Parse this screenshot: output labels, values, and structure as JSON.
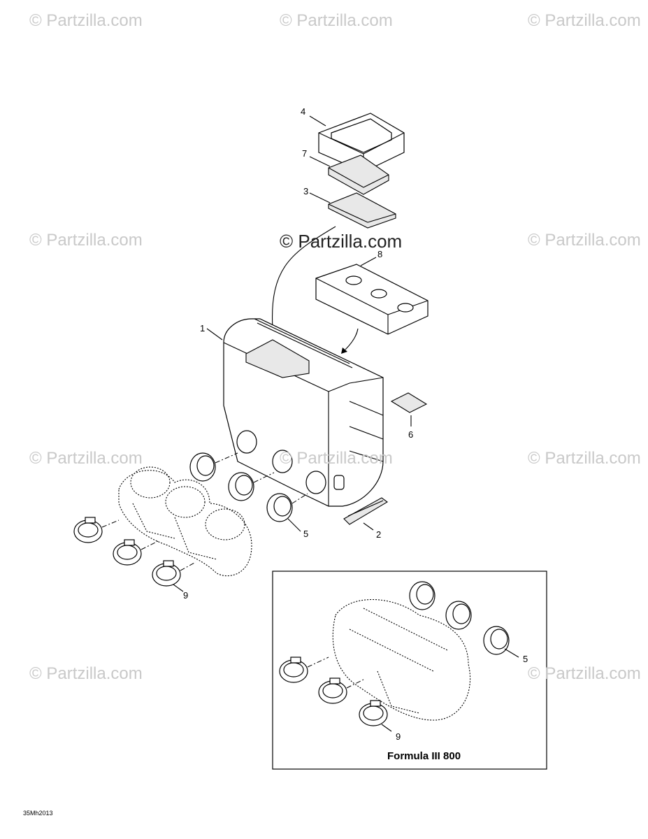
{
  "watermark": "© Partzilla.com",
  "callouts": [
    "1",
    "2",
    "3",
    "4",
    "5",
    "6",
    "7",
    "8",
    "9",
    "5",
    "9"
  ],
  "inset_title": "Formula III 800",
  "figure_code": "35Mh2013"
}
